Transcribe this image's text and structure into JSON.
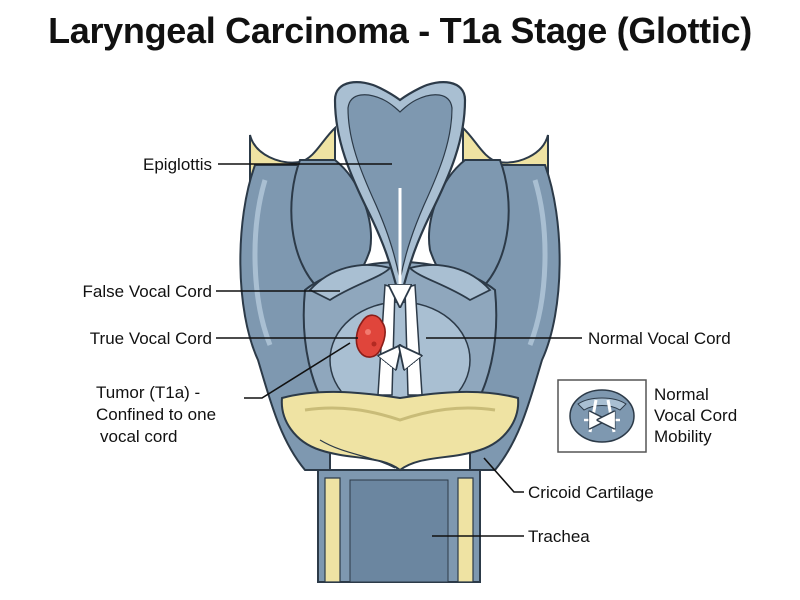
{
  "title": "Laryngeal Carcinoma - T1a Stage (Glottic)",
  "labels": {
    "epiglottis": "Epiglottis",
    "false_vocal_cord": "False Vocal Cord",
    "true_vocal_cord": "True Vocal Cord",
    "tumor": [
      "Tumor (T1a) -",
      "Confined to one",
      "vocal cord"
    ],
    "normal_vocal_cord": "Normal Vocal Cord",
    "normal_mobility": [
      "Normal",
      "Vocal Cord",
      "Mobility"
    ],
    "cricoid_cartilage": "Cricoid Cartilage",
    "trachea": "Trachea"
  },
  "colors": {
    "tissue": "#7e98b0",
    "tissue_dark": "#5f7890",
    "tissue_light": "#a9bfd2",
    "cartilage": "#efe3a3",
    "tumor": "#e0453b",
    "outline": "#2c3a48"
  }
}
